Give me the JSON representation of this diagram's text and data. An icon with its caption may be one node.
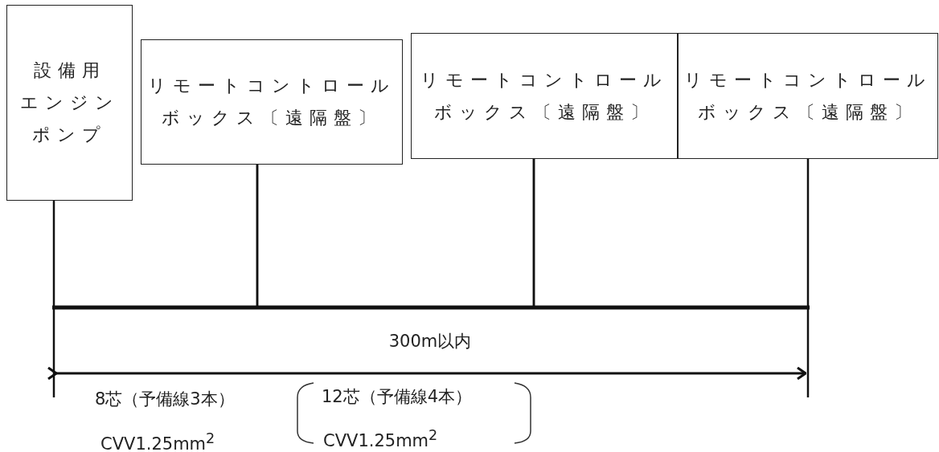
{
  "diagram": {
    "nodes": [
      {
        "text": [
          "設備用エンジンポンプ"
        ]
      },
      {
        "text": [
          "リモートコントロールボックス〔遠隔盤〕"
        ]
      },
      {
        "text": [
          "リモートコントロールボックス〔遠隔盤〕"
        ]
      },
      {
        "text": [
          "リモートコントロールボックス〔遠隔盤〕"
        ]
      }
    ],
    "edges": [
      {
        "from": 0,
        "to": 1,
        "arrow": "none"
      },
      {
        "from": 1,
        "to": 2,
        "arrow": "none"
      },
      {
        "from": 2,
        "to": 3,
        "arrow": "none"
      }
    ],
    "labels": [
      "300m以内",
      "8芯（予備線3本）",
      "12芯（予備線4本）",
      "CVV1.25mm$^{2}$",
      "CVV1.25mm$^{2}$"
    ]
  }
}
